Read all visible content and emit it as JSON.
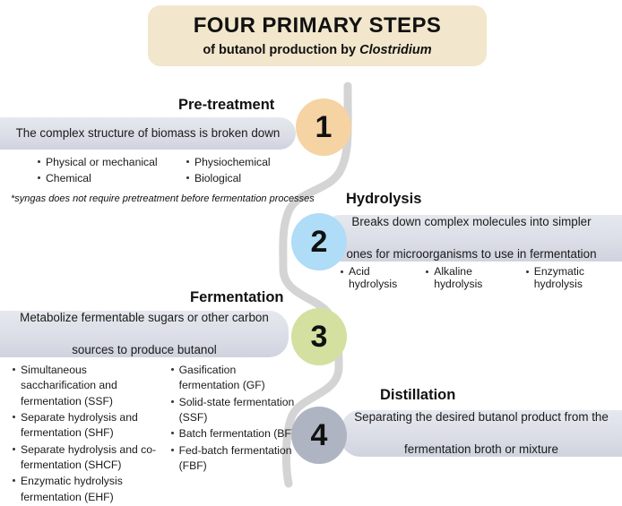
{
  "title": {
    "main": "FOUR PRIMARY STEPS",
    "sub_prefix": "of butanol production by ",
    "sub_italic": "Clostridium",
    "bg_color": "#F2E6CC"
  },
  "colors": {
    "pill": "#DEE0E8",
    "ribbon": "#D4D4D4",
    "step1_circle": "#F5D3A3",
    "step2_circle": "#AFDCF7",
    "step3_circle": "#D3E0A0",
    "step4_circle": "#AEB4C2"
  },
  "steps": [
    {
      "number": "1",
      "heading": "Pre-treatment",
      "description": "The complex structure of biomass is broken down",
      "side": "left",
      "circle_color": "#F5D3A3",
      "bullets_col_a": [
        "Physical or mechanical",
        "Chemical"
      ],
      "bullets_col_b": [
        "Physiochemical",
        "Biological"
      ],
      "footnote": "*syngas does not require pretreatment before fermentation processes"
    },
    {
      "number": "2",
      "heading": "Hydrolysis",
      "description_line1": "Breaks down complex molecules into simpler",
      "description_line2": "ones for microorganisms to use in fermentation",
      "side": "right",
      "circle_color": "#AFDCF7",
      "inline_bullets": [
        "Acid hydrolysis",
        "Alkaline hydrolysis",
        "Enzymatic hydrolysis"
      ]
    },
    {
      "number": "3",
      "heading": "Fermentation",
      "description_line1": "Metabolize fermentable sugars or other carbon",
      "description_line2": "sources to produce butanol",
      "side": "left",
      "circle_color": "#D3E0A0",
      "bullets_col_a": [
        "Simultaneous saccharification and fermentation (SSF)",
        "Separate hydrolysis and fermentation (SHF)",
        "Separate hydrolysis and co-fermentation (SHCF)",
        "Enzymatic hydrolysis fermentation (EHF)"
      ],
      "bullets_col_b": [
        "Gasification fermentation (GF)",
        "Solid-state fermentation (SSF)",
        "Batch fermentation (BF)",
        "Fed-batch fermentation (FBF)"
      ]
    },
    {
      "number": "4",
      "heading": "Distillation",
      "description_line1": "Separating the desired butanol product from the",
      "description_line2": "fermentation broth or mixture",
      "side": "right",
      "circle_color": "#AEB4C2"
    }
  ]
}
